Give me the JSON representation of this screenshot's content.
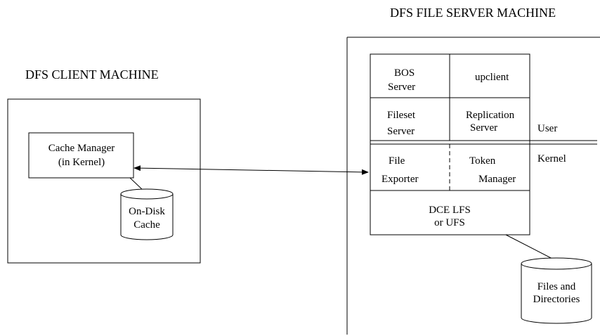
{
  "client": {
    "title": "DFS CLIENT MACHINE",
    "cache_manager": [
      "Cache Manager",
      "(in Kernel)"
    ],
    "disk_cache": [
      "On-Disk",
      "Cache"
    ]
  },
  "server": {
    "title": "DFS FILE SERVER MACHINE",
    "bos_server": [
      "BOS",
      "Server"
    ],
    "upclient": "upclient",
    "fileset_server": [
      "Fileset",
      "Server"
    ],
    "replication_server": [
      "Replication",
      "Server"
    ],
    "file_exporter": [
      "File",
      "Exporter"
    ],
    "token_manager": [
      "Token",
      "Manager"
    ],
    "dce_lfs": [
      "DCE LFS",
      "or UFS"
    ],
    "files_dirs": [
      "Files and",
      "Directories"
    ]
  },
  "layers": {
    "user": "User",
    "kernel": "Kernel"
  }
}
